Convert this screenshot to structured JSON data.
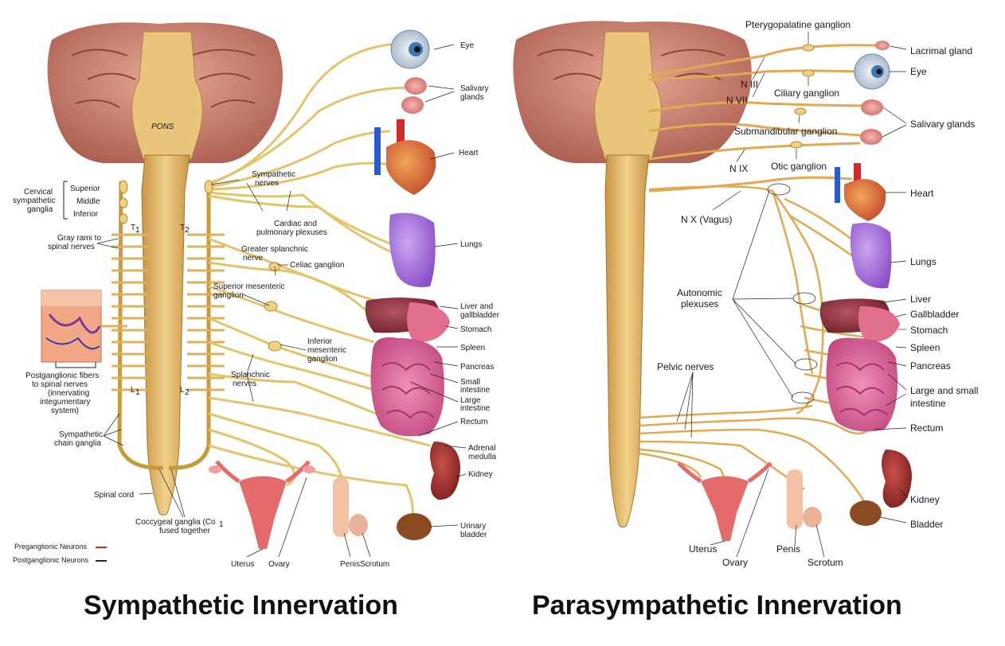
{
  "sympathetic": {
    "title": "Sympathetic Innervation",
    "brainstem_label": "PONS",
    "cervical_ganglia": {
      "group": [
        "Cervical",
        "sympathetic",
        "ganglia"
      ],
      "superior": "Superior",
      "middle": "Middle",
      "inferior": "Inferior"
    },
    "spinal_markers": {
      "t1_left": "T",
      "t1_sub": "1",
      "t2_right": "T",
      "t2_sub": "2",
      "l1_left": "L",
      "l1_sub": "1",
      "l2_right": "L",
      "l2_sub": "2"
    },
    "gray_rami": [
      "Gray rami to",
      "spinal nerves"
    ],
    "postganglionic_fibers": [
      "Postganglionic fibers",
      "to spinal nerves",
      "(innervating",
      "integumentary",
      "system)"
    ],
    "sympathetic_chain": [
      "Sympathetic",
      "chain ganglia"
    ],
    "spinal_cord": "Spinal cord",
    "coccygeal": [
      "Coccygeal ganglia (Co",
      "fused together"
    ],
    "coccygeal_sub": "1",
    "sympathetic_nerves": [
      "Sympathetic",
      "nerves"
    ],
    "cardiac_plexuses": [
      "Cardiac and",
      "pulmonary plexuses"
    ],
    "greater_splanchnic": [
      "Greater splanchnic",
      "nerve"
    ],
    "celiac": "Celiac ganglion",
    "superior_mesenteric": [
      "Superior mesenteric",
      "ganglion"
    ],
    "inferior_mesenteric": [
      "Inferior",
      "mesenteric",
      "ganglion"
    ],
    "splanchnic_nerves": [
      "Splanchnic",
      "nerves"
    ],
    "organs": {
      "eye": "Eye",
      "salivary": [
        "Salivary",
        "glands"
      ],
      "heart": "Heart",
      "lungs": "Lungs",
      "liver": [
        "Liver and",
        "gallbladder"
      ],
      "stomach": "Stomach",
      "spleen": "Spleen",
      "pancreas": "Pancreas",
      "small_intestine": [
        "Small",
        "intestine"
      ],
      "large_intestine": [
        "Large",
        "intestine"
      ],
      "rectum": "Rectum",
      "adrenal": [
        "Adrenal",
        "medulla"
      ],
      "kidney": "Kidney",
      "bladder": [
        "Urinary",
        "bladder"
      ],
      "uterus": "Uterus",
      "ovary": "Ovary",
      "penis": "Penis",
      "scrotum": "Scrotum"
    },
    "legend": {
      "pre": "Preganglionic Neurons",
      "post": "Postganglionic Neurons"
    }
  },
  "parasympathetic": {
    "title": "Parasympathetic Innervation",
    "pterygopalatine": "Pterygopalatine ganglion",
    "lacrimal": "Lacrimal gland",
    "n3": "N III",
    "n7": "N VII",
    "eye": "Eye",
    "ciliary": "Ciliary ganglion",
    "submandibular": "Submandibular ganglion",
    "salivary": "Salivary glands",
    "n9": "N IX",
    "otic": "Otic ganglion",
    "heart": "Heart",
    "vagus": "N X (Vagus)",
    "lungs": "Lungs",
    "autonomic": [
      "Autonomic",
      "plexuses"
    ],
    "liver": "Liver",
    "gallbladder": "Gallbladder",
    "stomach": "Stomach",
    "spleen": "Spleen",
    "pancreas": "Pancreas",
    "intestine": [
      "Large and small",
      "intestine"
    ],
    "pelvic": "Pelvic nerves",
    "rectum": "Rectum",
    "kidney": "Kidney",
    "bladder": "Bladder",
    "uterus": "Uterus",
    "ovary": "Ovary",
    "penis": "Penis",
    "scrotum": "Scrotum"
  },
  "colors": {
    "nerve": "#e8c96a",
    "nerve_dark": "#b38a2b",
    "pre": "#d7261e",
    "post": "#222222",
    "spine": "#e2b66a",
    "brain": "#c87b6b"
  }
}
